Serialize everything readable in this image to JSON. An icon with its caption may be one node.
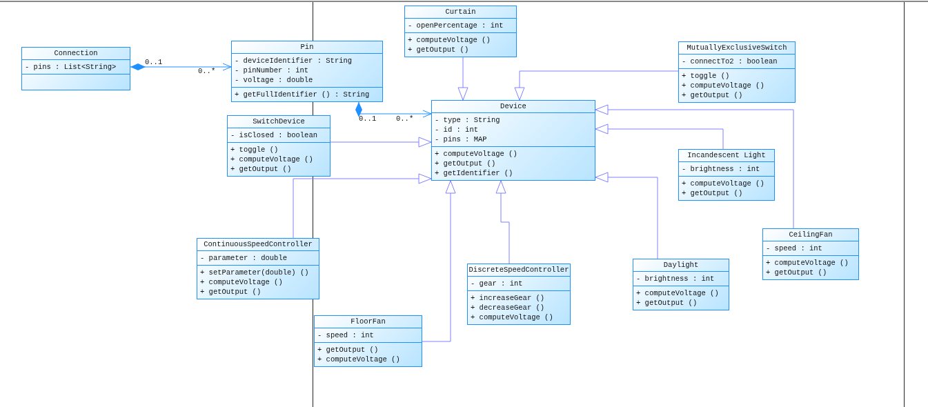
{
  "diagram": {
    "nodes": [
      {
        "text": [
          "Connection"
        ]
      },
      {
        "text": [
          "- pins : List<String>"
        ],
        "in": 0
      },
      {
        "text": [],
        "shape": "box",
        "in": 0
      },
      {
        "text": [
          "Pin"
        ]
      },
      {
        "text": [
          "- deviceIdentifier : String",
          "- pinNumber : int",
          "- voltage : double"
        ],
        "in": 3
      },
      {
        "text": [
          "+ getFullIdentifier () : String"
        ],
        "in": 3
      },
      {
        "text": [
          "Curtain"
        ]
      },
      {
        "text": [
          "- openPercentage : int"
        ],
        "in": 6
      },
      {
        "text": [
          "+ computeVoltage ()",
          "+ getOutput ()"
        ],
        "in": 6
      },
      {
        "text": [
          "MutuallyExclusiveSwitch"
        ]
      },
      {
        "text": [
          "- connectTo2 : boolean"
        ],
        "in": 9
      },
      {
        "text": [
          "+ toggle ()",
          "+ computeVoltage ()",
          "+ getOutput ()"
        ],
        "in": 9
      },
      {
        "text": [
          "Device"
        ]
      },
      {
        "text": [
          "- type : String",
          "- id : int",
          "- pins : MAP"
        ],
        "in": 12
      },
      {
        "text": [
          "+ computeVoltage ()",
          "+ getOutput ()",
          "+ getIdentifier ()"
        ],
        "in": 12
      },
      {
        "text": [
          "SwitchDevice"
        ]
      },
      {
        "text": [
          "- isClosed : boolean"
        ],
        "in": 15
      },
      {
        "text": [
          "+ toggle ()",
          "+ computeVoltage ()",
          "+ getOutput ()"
        ],
        "in": 15
      },
      {
        "text": [
          "Incandescent Light"
        ]
      },
      {
        "text": [
          "- brightness : int"
        ],
        "in": 18
      },
      {
        "text": [
          "+ computeVoltage ()",
          "+ getOutput ()"
        ],
        "in": 18
      },
      {
        "text": [
          "ContinuousSpeedController"
        ]
      },
      {
        "text": [
          "- parameter : double"
        ],
        "in": 21
      },
      {
        "text": [
          "+ setParameter(double) ()",
          "+ computeVoltage ()",
          "+ getOutput ()"
        ],
        "in": 21
      },
      {
        "text": [
          "CeilingFan"
        ]
      },
      {
        "text": [
          "- speed : int"
        ],
        "in": 24
      },
      {
        "text": [
          "+ computeVoltage ()",
          "+ getOutput ()"
        ],
        "in": 24
      },
      {
        "text": [
          "DiscreteSpeedController"
        ]
      },
      {
        "text": [
          "- gear : int"
        ],
        "in": 27
      },
      {
        "text": [
          "+ increaseGear ()",
          "+ decreaseGear ()",
          "+ computeVoltage ()"
        ],
        "in": 27
      },
      {
        "text": [
          "Daylight"
        ]
      },
      {
        "text": [
          "- brightness : int"
        ],
        "in": 30
      },
      {
        "text": [
          "+ computeVoltage ()",
          "+ getOutput ()"
        ],
        "in": 30
      },
      {
        "text": [
          "FloorFan"
        ]
      },
      {
        "text": [
          "- speed : int"
        ],
        "in": 33
      },
      {
        "text": [
          "+ getOutput ()",
          "+ computeVoltage ()"
        ],
        "in": 33
      }
    ],
    "edges": [
      {
        "from": 0,
        "to": 3,
        "arrow": "to",
        "color": "#1e90ff"
      },
      {
        "from": 3,
        "to": 12,
        "arrow": "to",
        "color": "#1e90ff"
      },
      {
        "from": 6,
        "to": 12,
        "arrow": "to"
      },
      {
        "from": 9,
        "to": 12,
        "arrow": "to"
      },
      {
        "from": 15,
        "to": 12,
        "arrow": "to"
      },
      {
        "from": 18,
        "to": 12,
        "arrow": "to"
      },
      {
        "from": 24,
        "to": 12,
        "arrow": "to"
      },
      {
        "from": 21,
        "to": 12,
        "arrow": "to"
      },
      {
        "from": 33,
        "to": 12,
        "arrow": "to"
      },
      {
        "from": 27,
        "to": 12,
        "arrow": "to"
      },
      {
        "from": 30,
        "to": 12,
        "arrow": "to"
      }
    ],
    "labels": [
      "0..1",
      "0..*",
      "0..1",
      "0..*"
    ]
  }
}
